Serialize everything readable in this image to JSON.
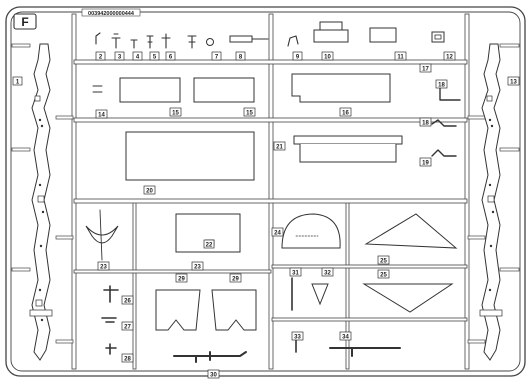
{
  "sheet": {
    "letter": "F",
    "code": "003942000000444"
  },
  "part_numbers": [
    {
      "id": "p1",
      "text": "1"
    },
    {
      "id": "p2",
      "text": "2"
    },
    {
      "id": "p3",
      "text": "3"
    },
    {
      "id": "p4",
      "text": "4"
    },
    {
      "id": "p5",
      "text": "5"
    },
    {
      "id": "p6",
      "text": "6"
    },
    {
      "id": "p7",
      "text": "7"
    },
    {
      "id": "p8",
      "text": "8"
    },
    {
      "id": "p9",
      "text": "9"
    },
    {
      "id": "p10",
      "text": "10"
    },
    {
      "id": "p11",
      "text": "11"
    },
    {
      "id": "p12",
      "text": "12"
    },
    {
      "id": "p13",
      "text": "13"
    },
    {
      "id": "p14",
      "text": "14"
    },
    {
      "id": "p15a",
      "text": "15"
    },
    {
      "id": "p15b",
      "text": "15"
    },
    {
      "id": "p16",
      "text": "16"
    },
    {
      "id": "p17",
      "text": "17"
    },
    {
      "id": "p18a",
      "text": "18"
    },
    {
      "id": "p18b",
      "text": "18"
    },
    {
      "id": "p19",
      "text": "19"
    },
    {
      "id": "p20",
      "text": "20"
    },
    {
      "id": "p21",
      "text": "21"
    },
    {
      "id": "p22",
      "text": "22"
    },
    {
      "id": "p23a",
      "text": "23"
    },
    {
      "id": "p23b",
      "text": "23"
    },
    {
      "id": "p24",
      "text": "24"
    },
    {
      "id": "p25a",
      "text": "25"
    },
    {
      "id": "p25b",
      "text": "25"
    },
    {
      "id": "p26",
      "text": "26"
    },
    {
      "id": "p27",
      "text": "27"
    },
    {
      "id": "p28",
      "text": "28"
    },
    {
      "id": "p29a",
      "text": "29"
    },
    {
      "id": "p29b",
      "text": "29"
    },
    {
      "id": "p30",
      "text": "30"
    },
    {
      "id": "p31",
      "text": "31"
    },
    {
      "id": "p32",
      "text": "32"
    },
    {
      "id": "p33",
      "text": "33"
    },
    {
      "id": "p34",
      "text": "34"
    }
  ]
}
